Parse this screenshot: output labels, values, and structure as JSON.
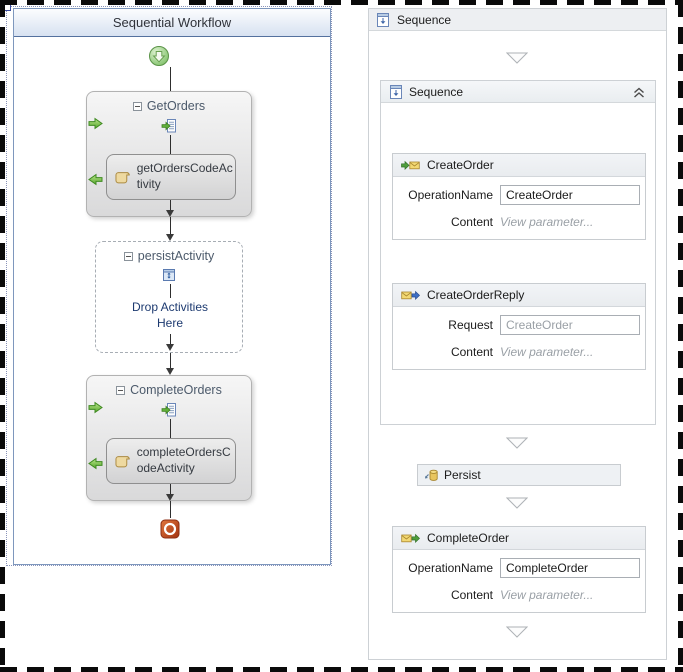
{
  "left_panel": {
    "title": "Sequential Workflow",
    "get_orders": {
      "title": "GetOrders",
      "child_title": "getOrdersCodeActivity"
    },
    "persist_activity": {
      "title": "persistActivity",
      "drop_hint": "Drop Activities Here"
    },
    "complete_orders": {
      "title": "CompleteOrders",
      "child_title": "completeOrdersCodeActivity"
    }
  },
  "right_panel": {
    "root_sequence_title": "Sequence",
    "inner_sequence_title": "Sequence",
    "create_order": {
      "title": "CreateOrder",
      "operation_label": "OperationName",
      "operation_value": "CreateOrder",
      "content_label": "Content",
      "content_link": "View parameter..."
    },
    "create_order_reply": {
      "title": "CreateOrderReply",
      "request_label": "Request",
      "request_value": "CreateOrder",
      "content_label": "Content",
      "content_link": "View parameter..."
    },
    "persist_title": "Persist",
    "complete_order": {
      "title": "CompleteOrder",
      "operation_label": "OperationName",
      "operation_value": "CompleteOrder",
      "content_label": "Content",
      "content_link": "View parameter..."
    }
  },
  "colors": {
    "workflow_header_gradient_bottom": "#d7e2f1",
    "canvas_border": "#7e97bd",
    "drop_hint_text": "#1d3a70",
    "activity_header_bg": "#eef1f4",
    "panel_border": "#cdd1d5",
    "muted_text": "#9aa0a6",
    "smart_arrow_green": "#55a52c",
    "start_icon_green": "#8fcb79",
    "end_icon_red": "#b8411c"
  }
}
